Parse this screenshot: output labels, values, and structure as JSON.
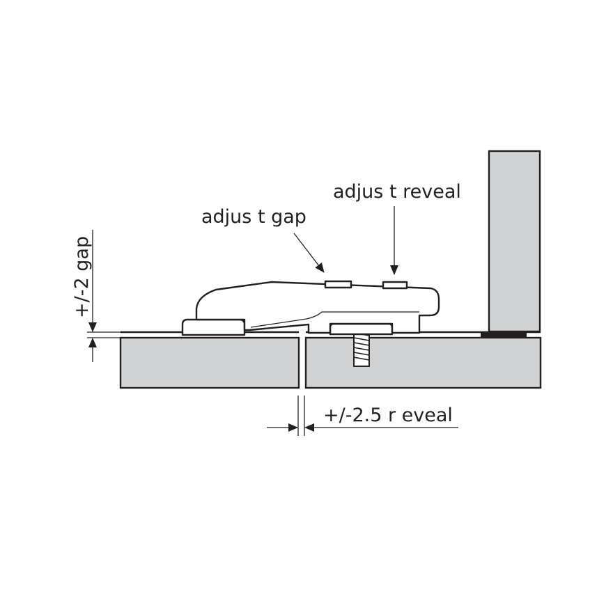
{
  "labels": {
    "adjust_gap": "adjus t gap",
    "adjust_reveal": "adjus t reveal",
    "gap_dimension": "+/-2 gap",
    "reveal_dimension": "+/-2.5 r eveal"
  },
  "colors": {
    "panel_fill": "#d1d2d4",
    "line": "#231f20",
    "background": "#ffffff"
  }
}
